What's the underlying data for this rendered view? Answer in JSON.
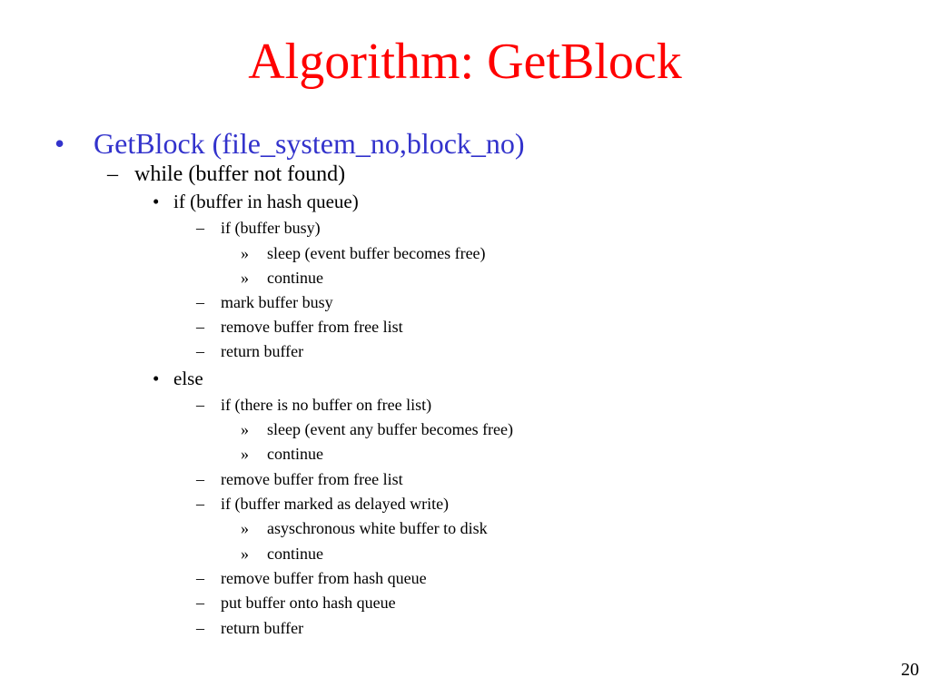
{
  "slide": {
    "title": "Algorithm: GetBlock",
    "page_number": "20"
  },
  "outline": [
    {
      "level": 1,
      "marker": "•",
      "text": "GetBlock (file_system_no,block_no)"
    },
    {
      "level": 2,
      "marker": "–",
      "text": "while (buffer not found)"
    },
    {
      "level": 3,
      "marker": "•",
      "text": "if (buffer in hash queue)"
    },
    {
      "level": 4,
      "marker": "–",
      "text": "if  (buffer busy)"
    },
    {
      "level": 5,
      "marker": "»",
      "text": "sleep (event buffer becomes free)"
    },
    {
      "level": 5,
      "marker": "»",
      "text": "continue"
    },
    {
      "level": 4,
      "marker": "–",
      "text": "mark buffer busy"
    },
    {
      "level": 4,
      "marker": "–",
      "text": "remove buffer from free list"
    },
    {
      "level": 4,
      "marker": "–",
      "text": "return buffer"
    },
    {
      "level": 3,
      "marker": "•",
      "text": "else"
    },
    {
      "level": 4,
      "marker": "–",
      "text": "if (there is no buffer on free list)"
    },
    {
      "level": 5,
      "marker": "»",
      "text": "sleep (event any buffer becomes free)"
    },
    {
      "level": 5,
      "marker": "»",
      "text": "continue"
    },
    {
      "level": 4,
      "marker": "–",
      "text": "remove buffer from free list"
    },
    {
      "level": 4,
      "marker": "–",
      "text": "if (buffer marked as delayed write)"
    },
    {
      "level": 5,
      "marker": "»",
      "text": "asyschronous white buffer to disk"
    },
    {
      "level": 5,
      "marker": "»",
      "text": "continue"
    },
    {
      "level": 4,
      "marker": "–",
      "text": "remove buffer from hash queue"
    },
    {
      "level": 4,
      "marker": "–",
      "text": "put buffer onto hash queue"
    },
    {
      "level": 4,
      "marker": "–",
      "text": "return buffer"
    }
  ],
  "colors": {
    "title": "#ff0000",
    "level_1": "#3333cc",
    "body": "#000000",
    "background": "#ffffff"
  }
}
